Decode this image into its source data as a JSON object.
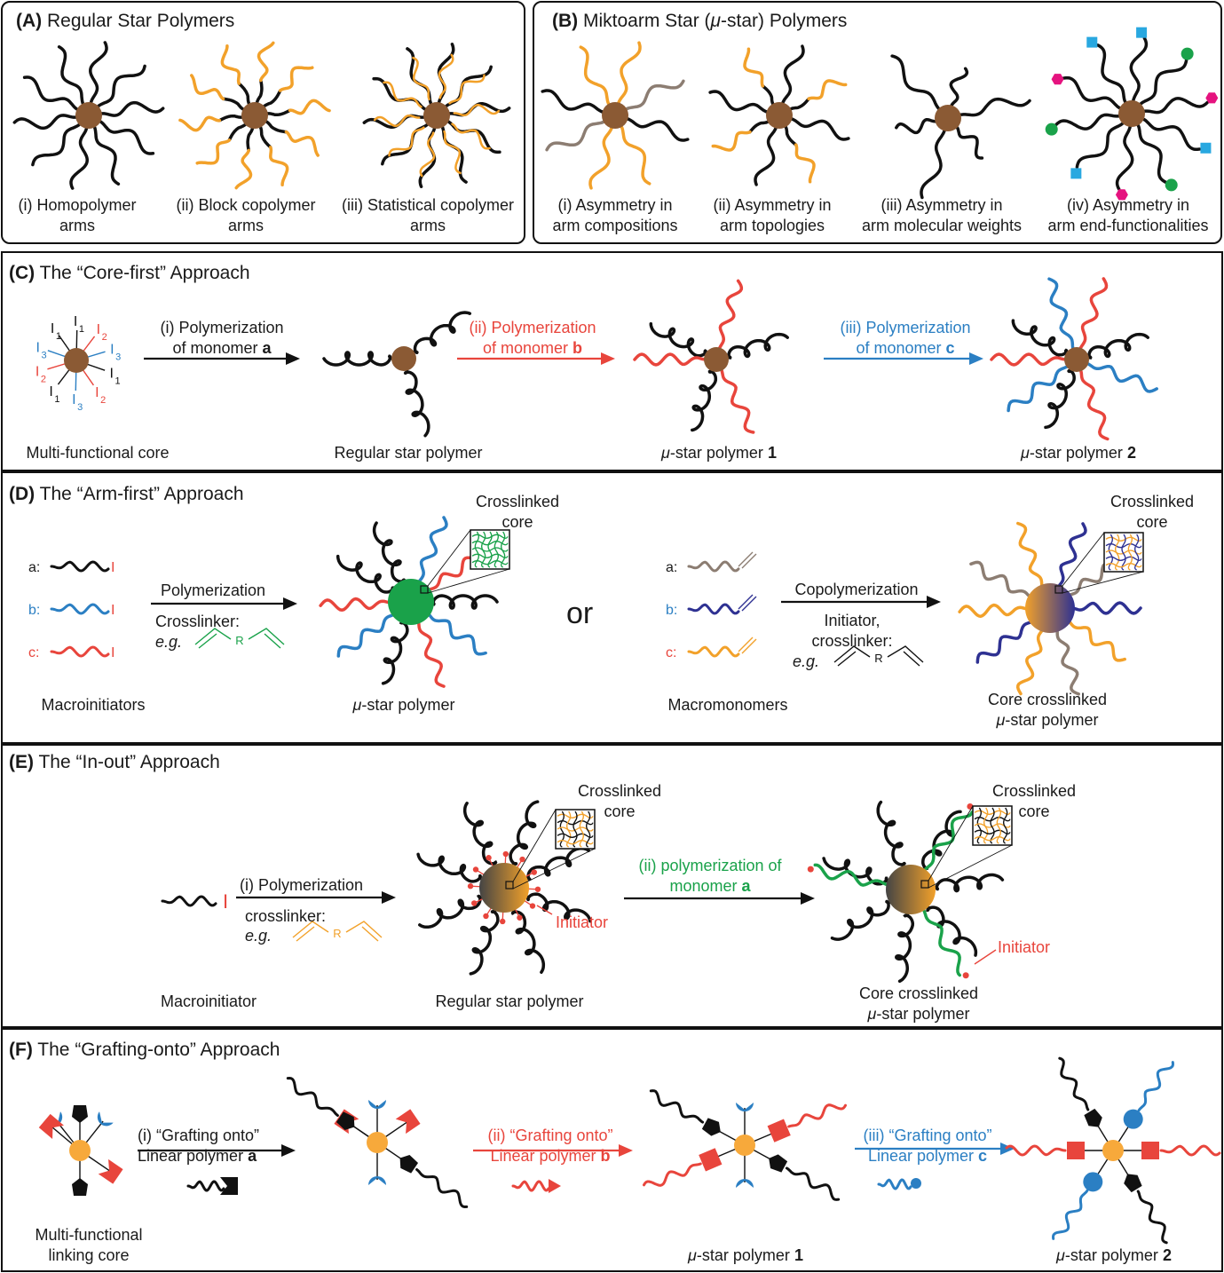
{
  "colors": {
    "black": "#111111",
    "orange": "#f2a12a",
    "brown": "#8b5a34",
    "red": "#e8453c",
    "blue": "#2b7fc3",
    "green": "#1aa24a",
    "navy": "#2e3192",
    "taupe": "#8c7d72",
    "magenta": "#e5137f",
    "cyan": "#29a8e0",
    "gold": "#f7a93b"
  },
  "panelA": {
    "letter": "(A)",
    "title": "Regular Star Polymers",
    "items": [
      {
        "line1": "(i) Homopolymer",
        "line2": "arms"
      },
      {
        "line1": "(ii) Block copolymer",
        "line2": "arms"
      },
      {
        "line1": "(iii) Statistical copolymer",
        "line2": "arms"
      }
    ]
  },
  "panelB": {
    "letter": "(B)",
    "title_prefix": "Miktoarm Star (",
    "mu": "μ",
    "title_suffix": "-star) Polymers",
    "items": [
      {
        "line1": "(i) Asymmetry in",
        "line2": "arm compositions"
      },
      {
        "line1": "(ii) Asymmetry in",
        "line2": "arm topologies"
      },
      {
        "line1": "(iii) Asymmetry in",
        "line2": "arm molecular weights"
      },
      {
        "line1": "(iv) Asymmetry in",
        "line2": "arm end-functionalities"
      }
    ]
  },
  "panelC": {
    "letter": "(C)",
    "title": "The “Core-first” Approach",
    "core_label": "Multi-functional core",
    "step1_l1": "(i) Polymerization",
    "step1_l2": "of monomer",
    "step1_b": "a",
    "step2_l1": "(ii) Polymerization",
    "step2_l2": "of monomer",
    "step2_b": "b",
    "step3_l1": "(iii) Polymerization",
    "step3_l2": "of monomer",
    "step3_b": "c",
    "regular_label": "Regular star polymer",
    "mu": "μ",
    "mu_star_label": "-star polymer",
    "n1": "1",
    "n2": "2",
    "initiators": [
      "I1",
      "I2",
      "I3"
    ]
  },
  "panelD": {
    "letter": "(D)",
    "title": "The “Arm-first” Approach",
    "a": "a:",
    "b": "b:",
    "c": "c:",
    "I": "I",
    "polymerization": "Polymerization",
    "crosslinker": "Crosslinker:",
    "eg": "e.g.",
    "R": "R",
    "crosslinked_l1": "Crosslinked",
    "crosslinked_l2": "core",
    "macroinitiators": "Macroinitiators",
    "mu": "μ",
    "mu_star_label": "-star polymer",
    "or": "or",
    "copolymerization": "Copolymerization",
    "initiator_l1": "Initiator,",
    "initiator_l2": "crosslinker:",
    "macromonomers": "Macromonomers",
    "core_crosslinked": "Core crosslinked",
    "mu_star_polymer": "-star polymer"
  },
  "panelE": {
    "letter": "(E)",
    "title": "The “In-out” Approach",
    "I": "I",
    "step1": "(i) Polymerization",
    "crosslinker": "crosslinker:",
    "eg": "e.g.",
    "R": "R",
    "crosslinked_l1": "Crosslinked",
    "crosslinked_l2": "core",
    "initiator": "Initiator",
    "step2_l1": "(ii) polymerization of",
    "step2_l2": "monomer",
    "step2_b": "a",
    "macroinitiator": "Macroinitiator",
    "regular_label": "Regular star polymer",
    "core_crosslinked": "Core crosslinked",
    "mu": "μ",
    "mu_star_polymer": "-star polymer"
  },
  "panelF": {
    "letter": "(F)",
    "title": "The “Grafting-onto” Approach",
    "step1_l1": "(i) “Grafting onto”",
    "step1_l2": "Linear polymer",
    "step1_b": "a",
    "step2_l1": "(ii) “Grafting onto”",
    "step2_l2": "Linear polymer",
    "step2_b": "b",
    "step3_l1": "(iii) “Grafting onto”",
    "step3_l2": "Linear polymer",
    "step3_b": "c",
    "core_l1": "Multi-functional",
    "core_l2": "linking core",
    "mu": "μ",
    "mu_star_label": "-star polymer",
    "n1": "1",
    "n2": "2"
  }
}
